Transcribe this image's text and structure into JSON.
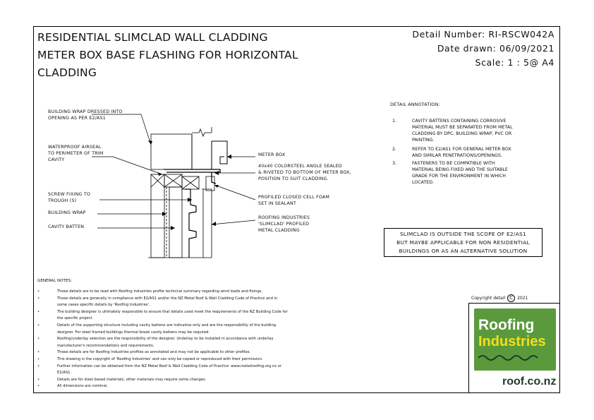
{
  "title": {
    "line1": "RESIDENTIAL SLIMCLAD WALL CLADDING",
    "line2": "METER BOX BASE FLASHING FOR HORIZONTAL",
    "line3": "CLADDING"
  },
  "meta": {
    "detail_number": "Detail Number:  RI-RSCW042A",
    "date_drawn": "Date drawn:  06/09/2021",
    "scale": "Scale:   1 : 5@ A4"
  },
  "labels_left": {
    "wrap1": "BUILDING WRAP DRESSED INTO",
    "wrap2": "OPENING AS PER E2/AS1",
    "seal1": "WATERPROOF AIRSEAL",
    "seal2": "TO PERIMETER OF TRIM",
    "seal3": "CAVITY",
    "screw1": "SCREW FIXING TO",
    "screw2": "TROUGH (S)",
    "building_wrap": "BUILDING WRAP",
    "cavity_batten": "CAVITY BATTEN"
  },
  "labels_right": {
    "meter_box": "METER BOX",
    "angle1": "40x40 COLORSTEEL ANGLE SEALED",
    "angle2": "& RIVETED TO BOTTOM OF METER BOX,",
    "angle3": "POSITION TO SUIT CLADDING.",
    "foam1": "PROFILED CLOSED CELL FOAM",
    "foam2": "SET IN SEALANT",
    "ri1": "ROOFING INDUSTRIES",
    "ri2": "'SLIMCLAD' PROFILED",
    "ri3": "METAL CLADDING"
  },
  "annotation": {
    "heading": "DETAIL ANNOTATION:",
    "items": [
      {
        "num": "1.",
        "lines": [
          "CAVITY BATTENS CONTAINING CORROSIVE",
          "MATERIAL MUST BE SEPARATED FROM METAL",
          "CLADDING BY DPC, BUILDING WRAP, PVC OR",
          "PAINTING."
        ]
      },
      {
        "num": "2.",
        "lines": [
          "REFER TO E2/AS1 FOR GENERAL METER BOX",
          "AND SIMILAR PENETRATIONS/OPENINGS."
        ]
      },
      {
        "num": "3.",
        "lines": [
          "FASTENERS TO BE COMPATIBLE WITH",
          "MATERIAL BEING FIXED AND THE SUITABLE",
          "GRADE FOR THE ENVIRONMENT IN WHICH",
          "LOCATED."
        ]
      }
    ]
  },
  "scope": {
    "line1": "SLIMCLAD IS OUTSIDE THE SCOPE OF E2/AS1",
    "line2": "BUT MAYBE APPLICABLE FOR NON RESIDENTIAL",
    "line3": "BUILDINGS OR AS AN ALTERNATIVE SOLUTION"
  },
  "general_notes": {
    "heading": "GENERAL NOTES:",
    "bullet": "•",
    "items": [
      "These details are to be read with Roofing Industries profile technical summary regarding wind loads and fixings.",
      "These details are generally in compliance with E2/AS1 and/or the NZ Metal Roof & Wall Cladding Code of Practice and in",
      "some cases specific details by 'Roofing Industries'.",
      "The building designer is ultimately responsible to ensure that details used meet the requirements of the NZ Building Code for",
      "the specific project.",
      "Details of the supporting structure including cavity battens are indicative only and are the responsibility of the building",
      "designer. For steel framed buildings thermal break cavity battens may be required.",
      "Roofing/underlay selection are the responsibility of the designer. Underlay to be installed in accordance with underlay",
      "manufacturer's recommendations and requirements.",
      "These details are for Roofing Industries profiles as annotated and may not be applicable to other profiles.",
      "This drawing is the copyright of 'Roofing Industries' and can only be copied or reproduced with their permission.",
      "Further information can be obtained from the NZ Metal Roof & Wall Cladding Code of Practice: www.metalroofing.org.nz or",
      "E2/AS1.",
      "Details are for steel based materials, other materials may require some changes.",
      "All dimensions are nominal."
    ],
    "bullet_rows": [
      0,
      1,
      3,
      5,
      7,
      9,
      10,
      11,
      13,
      14
    ]
  },
  "copyright": {
    "prefix": "Copyright detail",
    "symbol": "C",
    "year": "2021"
  },
  "logo": {
    "word1": "Roofing",
    "word2": "Industries",
    "url": "roof.co.nz",
    "green": "#5a9a3c",
    "yellow": "#f2e019",
    "dark": "#1d3b2a"
  }
}
